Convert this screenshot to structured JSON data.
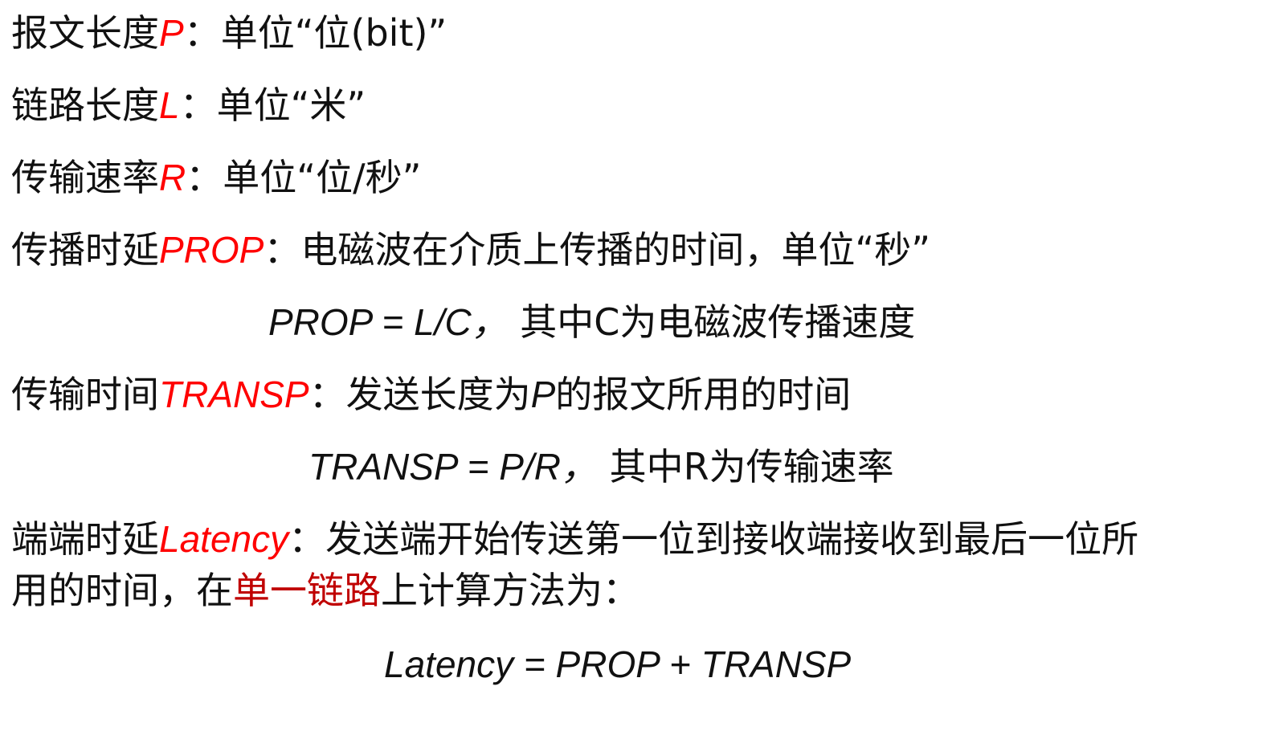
{
  "definitions": {
    "packet_length": {
      "label": "报文长度",
      "var": "P",
      "sep": "：",
      "desc": "单位“位(bit)”"
    },
    "link_length": {
      "label": "链路长度",
      "var": "L",
      "sep": "：",
      "desc": "单位“米”"
    },
    "transmission_rate": {
      "label": "传输速率",
      "var": "R",
      "sep": "：",
      "desc": "单位“位/秒”"
    },
    "propagation_delay": {
      "label": "传播时延",
      "var": "PROP",
      "sep": "：",
      "desc": "电磁波在介质上传播的时间，单位“秒”"
    },
    "transmission_time": {
      "label": "传输时间",
      "var": "TRANSP",
      "sep": "：",
      "desc": "发送长度为",
      "desc_var": "P",
      "desc_tail": "的报文所用的时间"
    },
    "latency": {
      "label": "端端时延",
      "var": "Latency",
      "sep": "：",
      "desc_line1": "发送端开始传送第一位到接收端接收到最后一位所",
      "desc_line2_pre": "用的时间，在",
      "desc_line2_em": "单一链路",
      "desc_line2_post": "上计算方法为："
    }
  },
  "formulas": {
    "prop": {
      "expr": "PROP = L/C，",
      "note": "其中C为电磁波传播速度"
    },
    "transp": {
      "expr": "TRANSP = P/R，",
      "note": "其中R为传输速率"
    },
    "latency": {
      "expr": "Latency = PROP + TRANSP"
    }
  },
  "colors": {
    "variable": "#ff0000",
    "emphasis": "#c00000",
    "text": "#111111"
  }
}
